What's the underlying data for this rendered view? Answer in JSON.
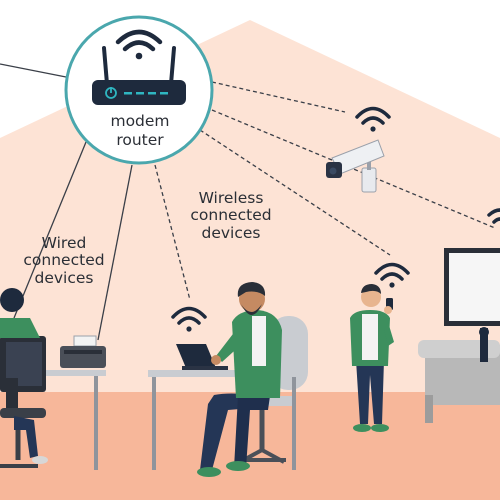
{
  "router": {
    "title_line1": "modem",
    "title_line2": "router",
    "icon": "wifi-router-icon"
  },
  "wireless_label": {
    "line1": "Wireless",
    "line2": "connected",
    "line3": "devices"
  },
  "wired_label": {
    "line1": "Wired",
    "line2": "connected",
    "line3": "devices"
  },
  "colors": {
    "house_wall": "#fde3d5",
    "floor": "#f7b79a",
    "router_ring": "#4aa7ad",
    "router_body": "#1e2a3d",
    "router_lights": "#2fb6c1",
    "shirt_green": "#3d8f5e",
    "pants_navy": "#243656",
    "text": "#2b2f36"
  },
  "devices": {
    "wireless": [
      "security-camera",
      "laptop",
      "smartphone",
      "smart-tv"
    ],
    "wired": [
      "desktop-computer",
      "printer"
    ]
  }
}
